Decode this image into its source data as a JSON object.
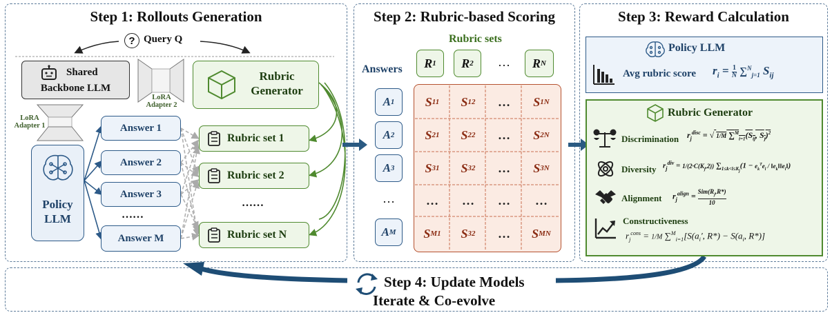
{
  "steps": {
    "step1_title": "Step 1: Rollouts Generation",
    "step2_title": "Step 2: Rubric-based Scoring",
    "step3_title": "Step 3: Reward Calculation",
    "step4_title": "Step 4: Update Models",
    "step4_subtitle": "Iterate & Co-evolve"
  },
  "step1": {
    "query": "Query Q",
    "backbone": "Shared Backbone LLM",
    "backbone_line1": "Shared",
    "backbone_line2": "Backbone LLM",
    "lora1": "LoRA Adapter 1",
    "lora1_l1": "LoRA",
    "lora1_l2": "Adapter 1",
    "lora2_l1": "LoRA",
    "lora2_l2": "Adapter 2",
    "policy_l1": "Policy",
    "policy_l2": "LLM",
    "rubric_gen_l1": "Rubric",
    "rubric_gen_l2": "Generator",
    "answers": [
      "Answer 1",
      "Answer 2",
      "Answer 3",
      "Answer M"
    ],
    "answer_dots": "……",
    "rubric_sets": [
      "Rubric set 1",
      "Rubric set 2",
      "Rubric set N"
    ],
    "rubric_dots": "……"
  },
  "step2": {
    "rubric_sets_label": "Rubric sets",
    "answers_label": "Answers",
    "cols": [
      "R1",
      "R2",
      "…",
      "RN"
    ],
    "rows": [
      "A1",
      "A2",
      "A3",
      "…",
      "AM"
    ],
    "matrix": [
      [
        "S11",
        "S12",
        "…",
        "S1N"
      ],
      [
        "S21",
        "S22",
        "…",
        "S2N"
      ],
      [
        "S31",
        "S32",
        "…",
        "S3N"
      ],
      [
        "…",
        "…",
        "…",
        "…"
      ],
      [
        "SM1",
        "S32",
        "…",
        "SMN"
      ]
    ]
  },
  "step3": {
    "policy_title": "Policy LLM",
    "avg_label": "Avg rubric score",
    "rubric_title": "Rubric Generator",
    "disc_label": "Discrimination",
    "div_label": "Diversity",
    "align_label": "Alignment",
    "cons_label": "Constructiveness"
  },
  "colors": {
    "blue": "#2d5a88",
    "green": "#4f8a2f",
    "red": "#8a2b12",
    "panel_border": "#5b7a99"
  }
}
